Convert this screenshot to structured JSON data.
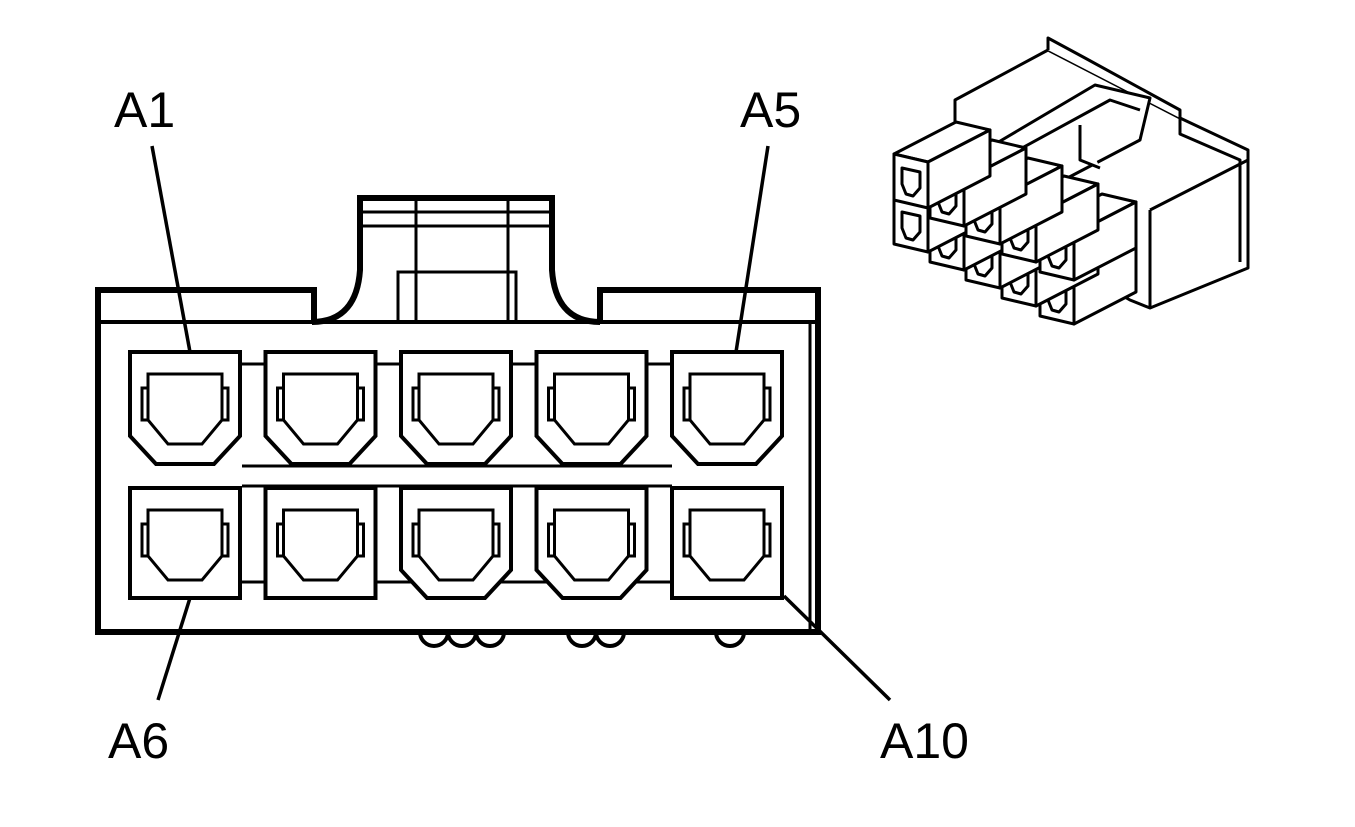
{
  "labels": {
    "a1": "A1",
    "a5": "A5",
    "a6": "A6",
    "a10": "A10"
  },
  "connector": {
    "rows": 2,
    "pins_per_row": 5
  },
  "colors": {
    "line": "#000000",
    "background": "#ffffff"
  }
}
